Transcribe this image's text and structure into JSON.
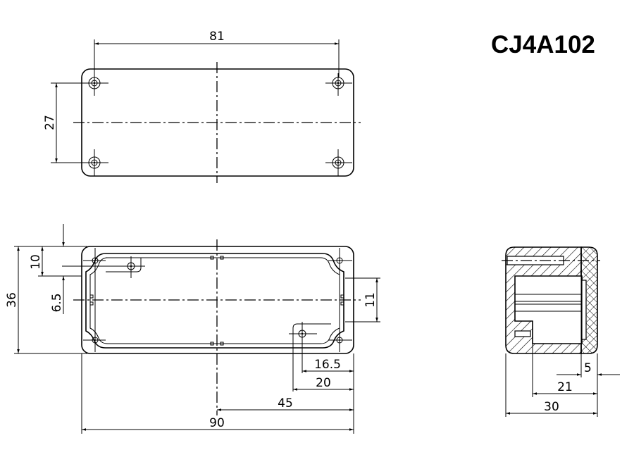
{
  "title": "CJ4A102",
  "top_view": {
    "dims": {
      "width": "81",
      "height": "27"
    }
  },
  "front_view": {
    "dims": {
      "height": "36",
      "top_offset": "10",
      "hole_offset": "6.5",
      "right_slot": "11",
      "d16_5": "16.5",
      "d20": "20",
      "d45": "45",
      "width": "90"
    }
  },
  "side_view": {
    "dims": {
      "lid": "5",
      "inner": "21",
      "width": "30"
    }
  },
  "colors": {
    "line": "#000000",
    "background": "#ffffff"
  }
}
